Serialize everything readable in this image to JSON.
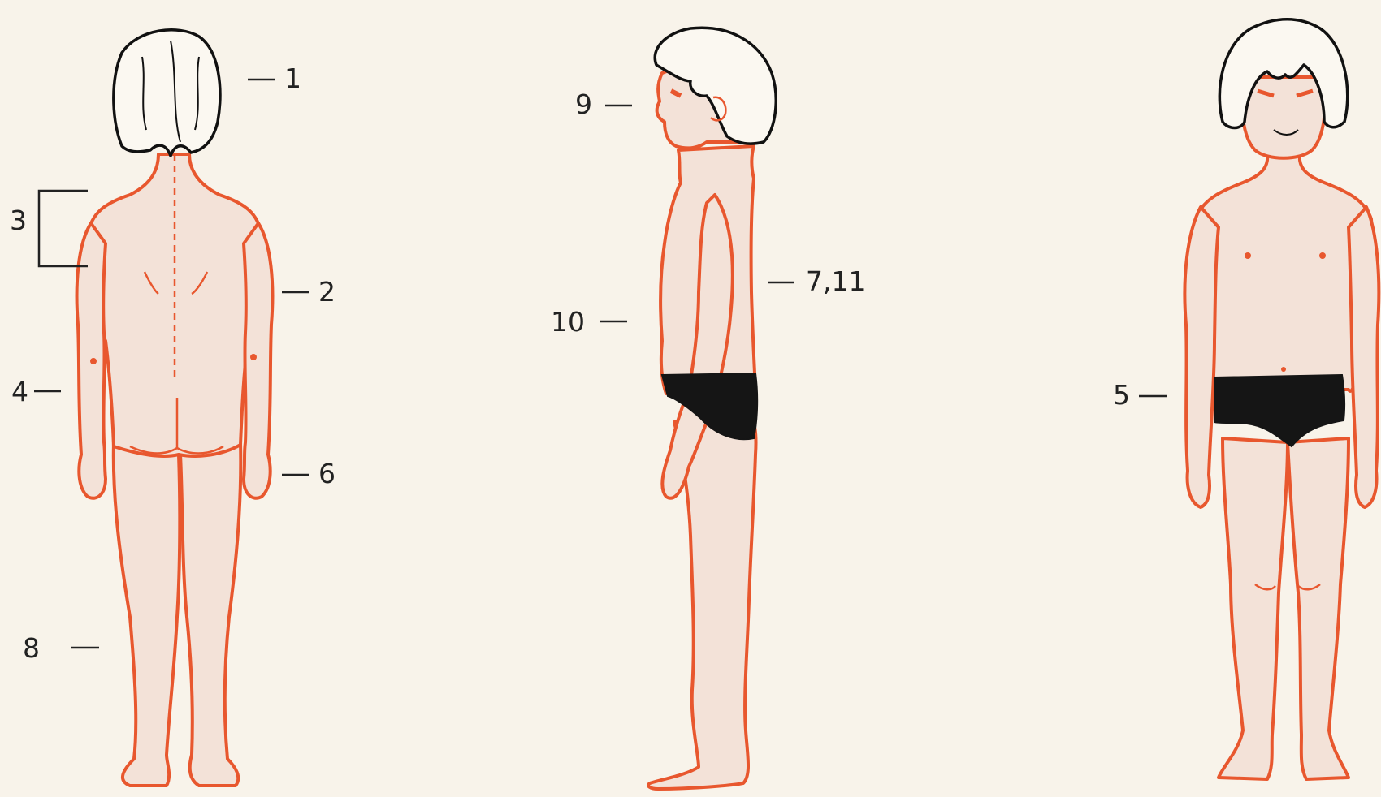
{
  "colors": {
    "background": "#f8f3ea",
    "outline": "#e8572e",
    "skin": "#f3e2d8",
    "hair_line": "#111111",
    "underwear": "#151515",
    "label_text": "#222222"
  },
  "figures": [
    {
      "view": "back",
      "labels": [
        "1",
        "2",
        "3",
        "4",
        "6",
        "8"
      ]
    },
    {
      "view": "side",
      "labels": [
        "9",
        "10",
        "7,11"
      ]
    },
    {
      "view": "front",
      "labels": [
        "5"
      ]
    }
  ],
  "labels": {
    "l1": "1",
    "l2": "2",
    "l3": "3",
    "l4": "4",
    "l5": "5",
    "l6": "6",
    "l7_11": "7,11",
    "l8": "8",
    "l9": "9",
    "l10": "10"
  }
}
